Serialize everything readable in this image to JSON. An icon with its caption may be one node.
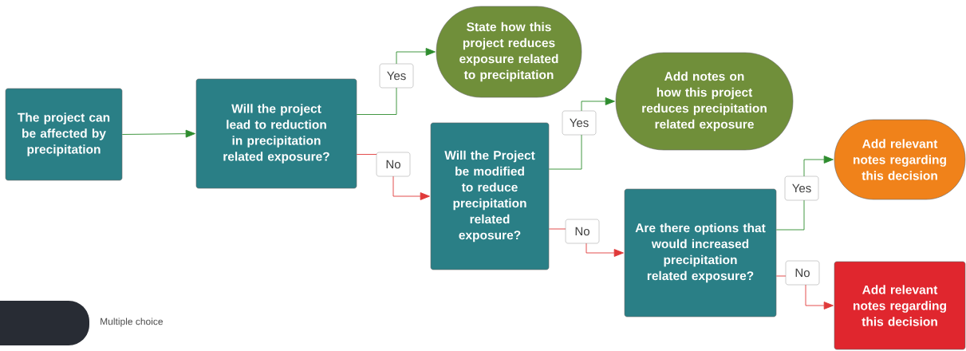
{
  "diagram": {
    "nodes": [
      {
        "text": [
          "The project can be affected by precipitation"
        ]
      },
      {
        "text": [
          "Will the project lead to reduction in precipitation related exposure?"
        ]
      },
      {
        "text": [
          "State how this project reduces exposure related to precipitation"
        ]
      },
      {
        "text": [
          "Will the Project be modified to reduce precipitation related exposure?"
        ]
      },
      {
        "text": [
          "Add notes on how this project reduces precipitation related exposure"
        ]
      },
      {
        "text": [
          "Are there options that would increased precipitation related exposure?"
        ]
      },
      {
        "text": [
          "Add relevant notes regarding this decision"
        ]
      },
      {
        "text": [
          "Add relevant notes regarding this decision"
        ]
      },
      {
        "text": [],
        "shape": "box"
      }
    ],
    "edges": [
      {
        "from": 0,
        "to": 1,
        "arrow": "to"
      },
      {
        "from": 1,
        "to": 2,
        "arrow": "to",
        "label": "Yes"
      },
      {
        "from": 1,
        "to": 3,
        "arrow": "to",
        "label": "No",
        "color": "#e03a3a"
      },
      {
        "from": 3,
        "to": 4,
        "arrow": "to",
        "label": "Yes"
      },
      {
        "from": 3,
        "to": 5,
        "arrow": "to",
        "label": "No",
        "color": "#e03a3a"
      },
      {
        "from": 5,
        "to": 6,
        "arrow": "to",
        "label": "Yes"
      },
      {
        "from": 5,
        "to": 7,
        "arrow": "to",
        "label": "No",
        "color": "#e03a3a"
      }
    ],
    "labels": [
      "Multiple choice"
    ]
  }
}
